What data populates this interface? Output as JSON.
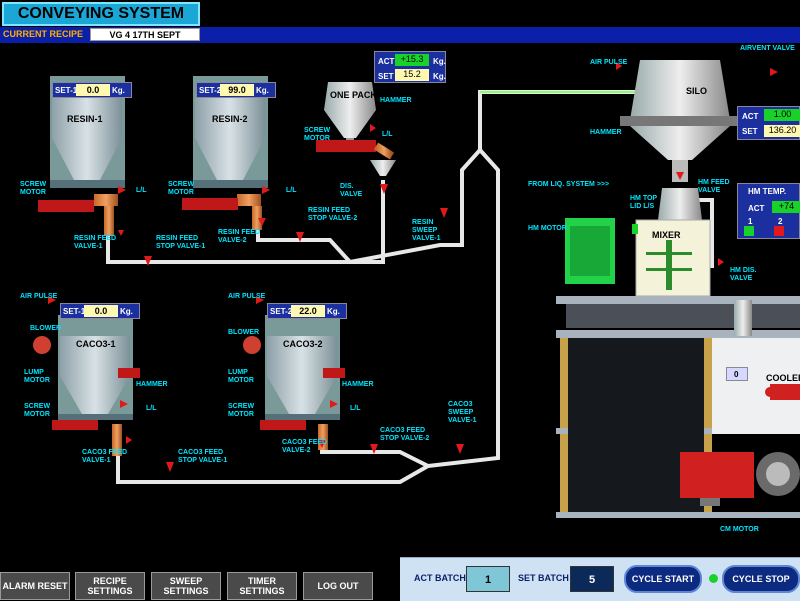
{
  "header": {
    "title": "CONVEYING SYSTEM",
    "recipe_label": "CURRENT RECIPE",
    "recipe_value": "VG 4  17TH SEPT"
  },
  "hoppers": {
    "resin1": {
      "name": "RESIN-1",
      "set_label": "SET-1",
      "set_value": "0.0",
      "unit": "Kg."
    },
    "resin2": {
      "name": "RESIN-2",
      "set_label": "SET-2",
      "set_value": "99.0",
      "unit": "Kg."
    },
    "caco1": {
      "name": "CACO3-1",
      "set_label": "SET-1",
      "set_value": "0.0",
      "unit": "Kg."
    },
    "caco2": {
      "name": "CACO3-2",
      "set_label": "SET-2",
      "set_value": "22.0",
      "unit": "Kg."
    }
  },
  "one_pack": {
    "name": "ONE PACK",
    "act_label": "ACT",
    "act_value": "+15.3",
    "set_label": "SET",
    "set_value": "15.2",
    "unit": "Kg."
  },
  "silo": {
    "name": "SILO",
    "act_label": "ACT",
    "act_value": "1.00",
    "set_label": "SET",
    "set_value": "136.20"
  },
  "hm_temp": {
    "title": "HM TEMP.",
    "act_label": "ACT",
    "act_value": "+74",
    "ch1": "1",
    "ch2": "2"
  },
  "mixer": {
    "name": "MIXER"
  },
  "cooler": {
    "name": "COOLER",
    "value": "0"
  },
  "labels": {
    "screw_motor_1": "SCREW",
    "screw_motor_1b": "MOTOR",
    "ll_1": "L/L",
    "screw_motor_2": "SCREW",
    "screw_motor_2b": "MOTOR",
    "ll_2": "L/L",
    "resin_feed_valve_1a": "RESIN FEED",
    "resin_feed_valve_1b": "VALVE-1",
    "resin_stop_1a": "RESIN FEED",
    "resin_stop_1b": "STOP VALVE-1",
    "resin_feed_valve_2a": "RESIN FEED",
    "resin_feed_valve_2b": "VALVE-2",
    "resin_stop_2a": "RESIN FEED",
    "resin_stop_2b": "STOP VALVE-2",
    "resin_sweep_a": "RESIN",
    "resin_sweep_b": "SWEEP",
    "resin_sweep_c": "VALVE-1",
    "hammer_op": "HAMMER",
    "screw_motor_op": "SCREW",
    "screw_motor_opb": "MOTOR",
    "ll_op": "L/L",
    "dis_valve_a": "DIS.",
    "dis_valve_b": "VALVE",
    "air_pulse_silo": "AIR PULSE",
    "airvent_valve": "AIRVENT VALVE",
    "hammer_silo": "HAMMER",
    "from_liq": "FROM LIQ. SYSTEM >>>",
    "hm_feed_a": "HM FEED",
    "hm_feed_b": "VALVE",
    "hm_top_a": "HM TOP",
    "hm_top_b": "LID L/S",
    "hm_motor": "HM MOTOR",
    "hm_dis_a": "HM DIS.",
    "hm_dis_b": "VALVE",
    "cm_motor": "CM MOTOR",
    "air_pulse_c1": "AIR PULSE",
    "blower_1": "BLOWER",
    "lump_motor_1a": "LUMP",
    "lump_motor_1b": "MOTOR",
    "hammer_c1": "HAMMER",
    "screw_c1a": "SCREW",
    "screw_c1b": "MOTOR",
    "ll_c1": "L/L",
    "caco_feed_1a": "CACO3 FEED",
    "caco_feed_1b": "VALVE-1",
    "caco_stop_1a": "CACO3 FEED",
    "caco_stop_1b": "STOP VALVE-1",
    "air_pulse_c2": "AIR PULSE",
    "blower_2": "BLOWER",
    "lump_motor_2a": "LUMP",
    "lump_motor_2b": "MOTOR",
    "hammer_c2": "HAMMER",
    "screw_c2a": "SCREW",
    "screw_c2b": "MOTOR",
    "ll_c2": "L/L",
    "caco_feed_2a": "CACO3 FEED",
    "caco_feed_2b": "VALVE-2",
    "caco_stop_2a": "CACO3 FEED",
    "caco_stop_2b": "STOP VALVE-2",
    "caco_sweep_a": "CACO3",
    "caco_sweep_b": "SWEEP",
    "caco_sweep_c": "VALVE-1"
  },
  "buttons": {
    "alarm_reset": "ALARM RESET",
    "recipe_settings": "RECIPE SETTINGS",
    "sweep_settings": "SWEEP SETTINGS",
    "timer_settings": "TIMER SETTINGS",
    "log_out": "LOG OUT"
  },
  "batch": {
    "act_label": "ACT BATCH",
    "act_value": "1",
    "set_label": "SET BATCH",
    "set_value": "5",
    "cycle_start": "CYCLE START",
    "cycle_stop": "CYCLE STOP"
  },
  "colors": {
    "title_bg": "#1aa7d6",
    "recipe_bar": "#0b1fa8",
    "label_cyan": "#00e5ff",
    "act_green": "#18d22a",
    "set_yellow": "#fff9b0",
    "valve_red": "#e01a1a",
    "motor_green": "#22d34a"
  }
}
